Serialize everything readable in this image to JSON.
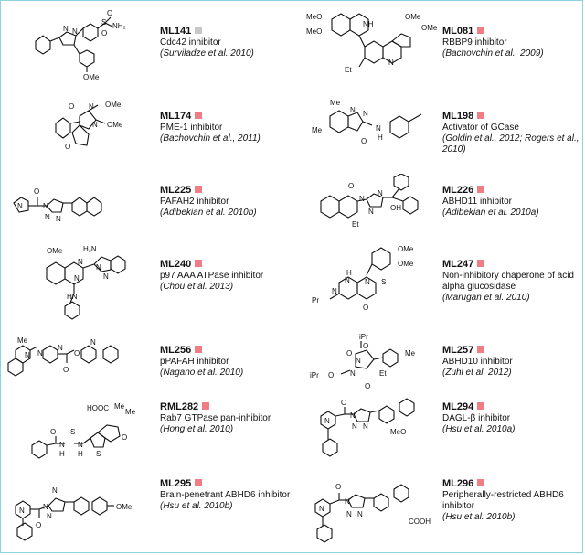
{
  "colors": {
    "square_gray": "#c7c7c7",
    "square_pink": "#f07c85",
    "border": "#8fd3e0"
  },
  "entries": [
    {
      "id": "ML141",
      "square": "gray",
      "desc": "Cdc42 inhibitor",
      "cite": "(Surviladze et al. 2010)",
      "labels": [
        "O",
        "S",
        "NH₂",
        "O",
        "N",
        "N",
        "OMe"
      ]
    },
    {
      "id": "ML081",
      "square": "pink",
      "desc": "RBBP9 inhibitor",
      "cite": "(Bachovchin et al., 2009)",
      "labels": [
        "MeO",
        "MeO",
        "NH",
        "OMe",
        "OMe",
        "N",
        "Et"
      ]
    },
    {
      "id": "ML174",
      "square": "pink",
      "desc": "PME-1 inhibitor",
      "cite": "(Bachovchin et al., 2011)",
      "labels": [
        "O",
        "N",
        "N",
        "OMe",
        "OMe",
        "O"
      ]
    },
    {
      "id": "ML198",
      "square": "pink",
      "desc": "Activator of GCase",
      "cite": "(Goldin et al., 2012; Rogers et al., 2010)",
      "labels": [
        "Me",
        "Me",
        "N",
        "N",
        "N",
        "H",
        "O"
      ]
    },
    {
      "id": "ML225",
      "square": "pink",
      "desc": "PAFAH2 inhibitor",
      "cite": "(Adibekian et al. 2010b)",
      "labels": [
        "O",
        "N",
        "N",
        "N",
        "N"
      ]
    },
    {
      "id": "ML226",
      "square": "pink",
      "desc": "ABHD11 inhibitor",
      "cite": "(Adibekian et al. 2010a)",
      "labels": [
        "O",
        "N",
        "N",
        "N",
        "Et",
        "OH"
      ]
    },
    {
      "id": "ML240",
      "square": "pink",
      "desc": "p97 AAA ATPase inhibitor",
      "cite": "(Chou et al. 2013)",
      "labels": [
        "OMe",
        "H₂N",
        "N",
        "N",
        "N",
        "N",
        "HN"
      ]
    },
    {
      "id": "ML247",
      "square": "pink",
      "desc": "Non-inhibitory chaperone of acid alpha glucosidase",
      "cite": "(Marugan et al. 2010)",
      "labels": [
        "OMe",
        "OMe",
        "H",
        "N",
        "S",
        "N",
        "N",
        "Pr",
        "O"
      ]
    },
    {
      "id": "ML256",
      "square": "pink",
      "desc": "pPAFAH inhibitor",
      "cite": "(Nagano et al. 2010)",
      "labels": [
        "Me",
        "N",
        "N",
        "N",
        "O",
        "N",
        "O"
      ]
    },
    {
      "id": "ML257",
      "square": "pink",
      "desc": "ABHD10 inhibitor",
      "cite": "(Zuhl et al. 2012)",
      "labels": [
        "iPr",
        "O",
        "O",
        "N",
        "Me",
        "iPr",
        "O",
        "N",
        "Et",
        "O"
      ]
    },
    {
      "id": "RML282",
      "square": "pink",
      "desc": "Rab7 GTPase pan-inhibitor",
      "cite": "(Hong et al. 2010)",
      "labels": [
        "HOOC",
        "Me",
        "Me",
        "O",
        "S",
        "O",
        "N",
        "N",
        "S",
        "H",
        "H"
      ]
    },
    {
      "id": "ML294",
      "square": "pink",
      "desc": "DAGL-β inhibitor",
      "cite": "(Hsu et al. 2010a)",
      "labels": [
        "O",
        "N",
        "N",
        "N",
        "N",
        "MeO"
      ]
    },
    {
      "id": "ML295",
      "square": "pink",
      "desc": "Brain-penetrant ABHD6 inhibitor",
      "cite": "(Hsu et al. 2010b)",
      "labels": [
        "N",
        "N",
        "N",
        "N",
        "O",
        "OMe"
      ]
    },
    {
      "id": "ML296",
      "square": "pink",
      "desc": "Peripherally-restricted ABHD6 inhibitor",
      "cite": "(Hsu et al. 2010b)",
      "labels": [
        "O",
        "N",
        "N",
        "N",
        "N",
        "COOH"
      ]
    }
  ]
}
